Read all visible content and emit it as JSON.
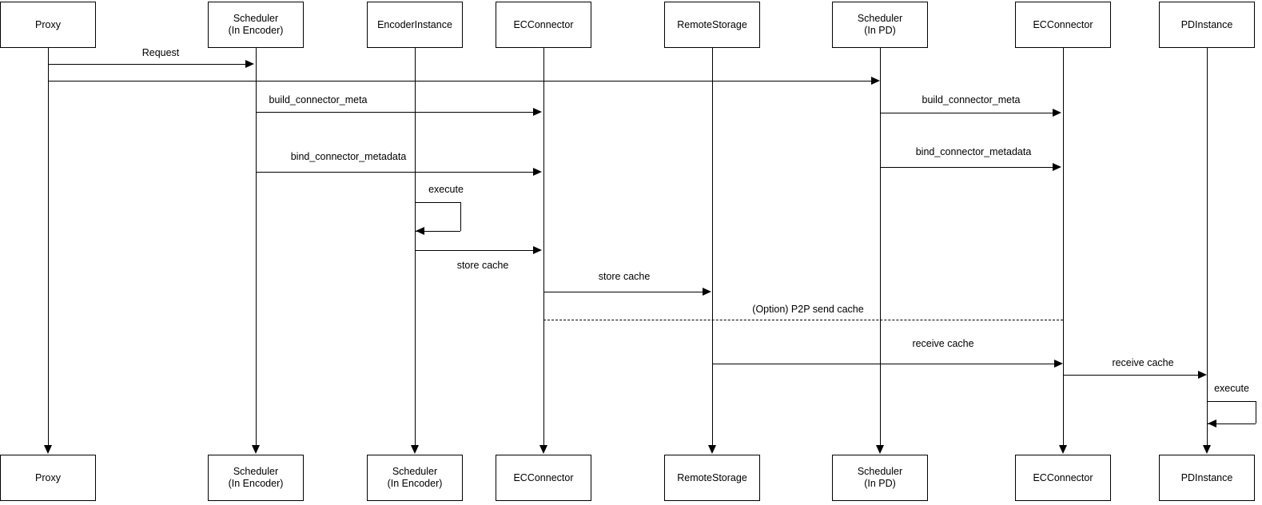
{
  "diagram_type": "sequence-diagram",
  "colors": {
    "background": "#ffffff",
    "line": "#000000",
    "text": "#000000"
  },
  "actors_top": [
    {
      "name": "Proxy",
      "sub": ""
    },
    {
      "name": "Scheduler",
      "sub": "(In Encoder)"
    },
    {
      "name": "EncoderInstance",
      "sub": ""
    },
    {
      "name": "ECConnector",
      "sub": ""
    },
    {
      "name": "RemoteStorage",
      "sub": ""
    },
    {
      "name": "Scheduler",
      "sub": "(In PD)"
    },
    {
      "name": "ECConnector",
      "sub": ""
    },
    {
      "name": "PDInstance",
      "sub": ""
    }
  ],
  "actors_bottom": [
    {
      "name": "Proxy",
      "sub": ""
    },
    {
      "name": "Scheduler",
      "sub": "(In Encoder)"
    },
    {
      "name": "Scheduler",
      "sub": "(In Encoder)"
    },
    {
      "name": "ECConnector",
      "sub": ""
    },
    {
      "name": "RemoteStorage",
      "sub": ""
    },
    {
      "name": "Scheduler",
      "sub": "(In PD)"
    },
    {
      "name": "ECConnector",
      "sub": ""
    },
    {
      "name": "PDInstance",
      "sub": ""
    }
  ],
  "messages": {
    "request": "Request",
    "build_meta_left": "build_connector_meta",
    "build_meta_right": "build_connector_meta",
    "bind_metadata_left": "bind_connector_metadata",
    "bind_metadata_right": "bind_connector_metadata",
    "execute_encoder": "execute",
    "store_cache_inner": "store cache",
    "store_cache_remote": "store cache",
    "p2p_send_cache": "(Option) P2P send cache",
    "receive_cache_remote": "receive cache",
    "receive_cache_pd": "receive cache",
    "execute_pd": "execute"
  }
}
